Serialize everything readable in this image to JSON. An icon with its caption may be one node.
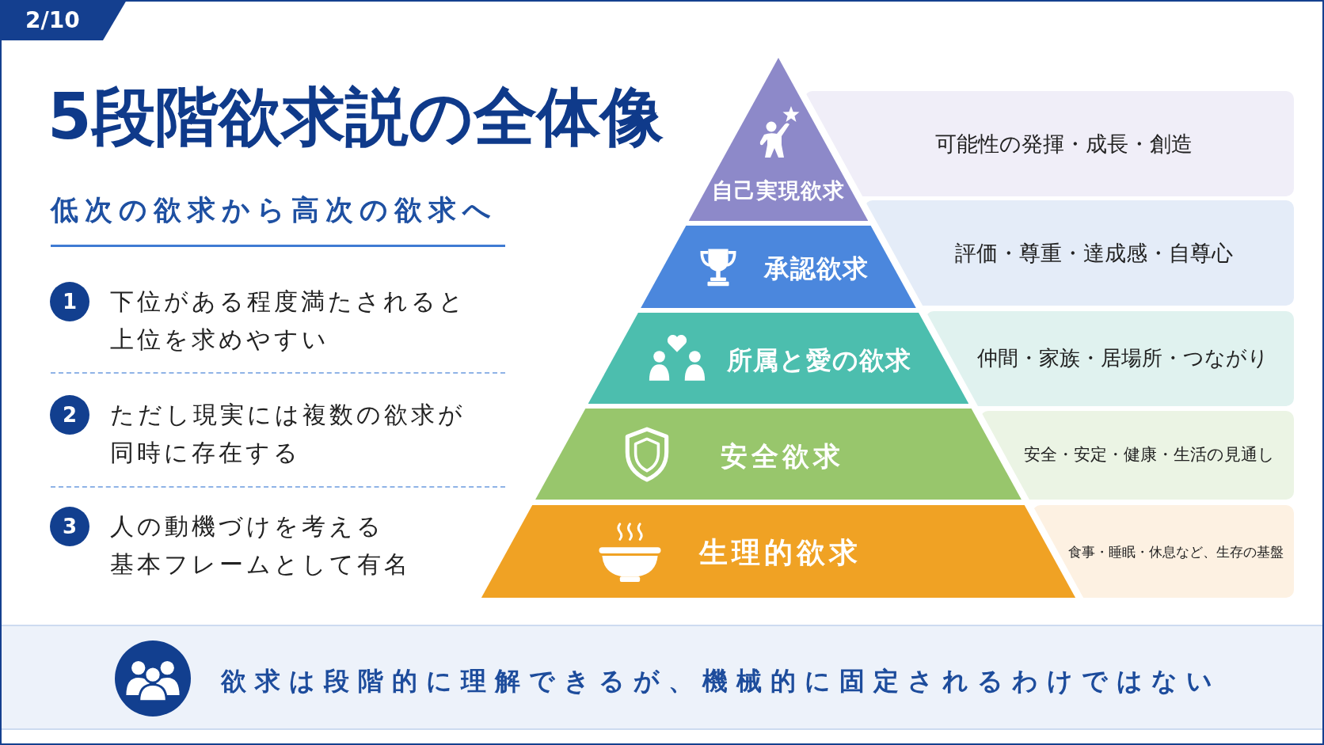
{
  "diagram": {
    "title": "5段階欲求説の全体像",
    "nodes": [
      {
        "text": [
          "2/10"
        ]
      },
      {
        "text": [
          "1"
        ],
        "beside": [
          "下位がある程度満たされると上位を求めやすい"
        ]
      },
      {
        "text": [
          "2"
        ],
        "beside": [
          "ただし現実には複数の欲求が同時に存在する"
        ]
      },
      {
        "text": [
          "3"
        ],
        "beside": [
          "人の動機づけを考える基本フレームとして有名"
        ]
      },
      {
        "text": [
          "自己実現欲求"
        ]
      },
      {
        "text": [
          "可能性の発揮・成長・創造"
        ]
      },
      {
        "text": [
          "承認欲求"
        ]
      },
      {
        "text": [
          "評価・尊重・達成感・自尊心"
        ]
      },
      {
        "text": [
          "所属と愛の欲求"
        ]
      },
      {
        "text": [
          "仲間・家族・居場所・つながり"
        ]
      },
      {
        "text": [
          "安全欲求"
        ]
      },
      {
        "text": [
          "安全・安定・健康・生活の見通し"
        ]
      },
      {
        "text": [
          "生理的欲求"
        ]
      },
      {
        "text": [
          "食事・睡眠・休息など、生存の基盤"
        ]
      },
      {
        "text": [
          "欲求は段階的に理解できるが、機械的に固定されるわけではない"
        ]
      }
    ],
    "labels": [
      "低次の欲求から高次の欲求へ"
    ]
  }
}
